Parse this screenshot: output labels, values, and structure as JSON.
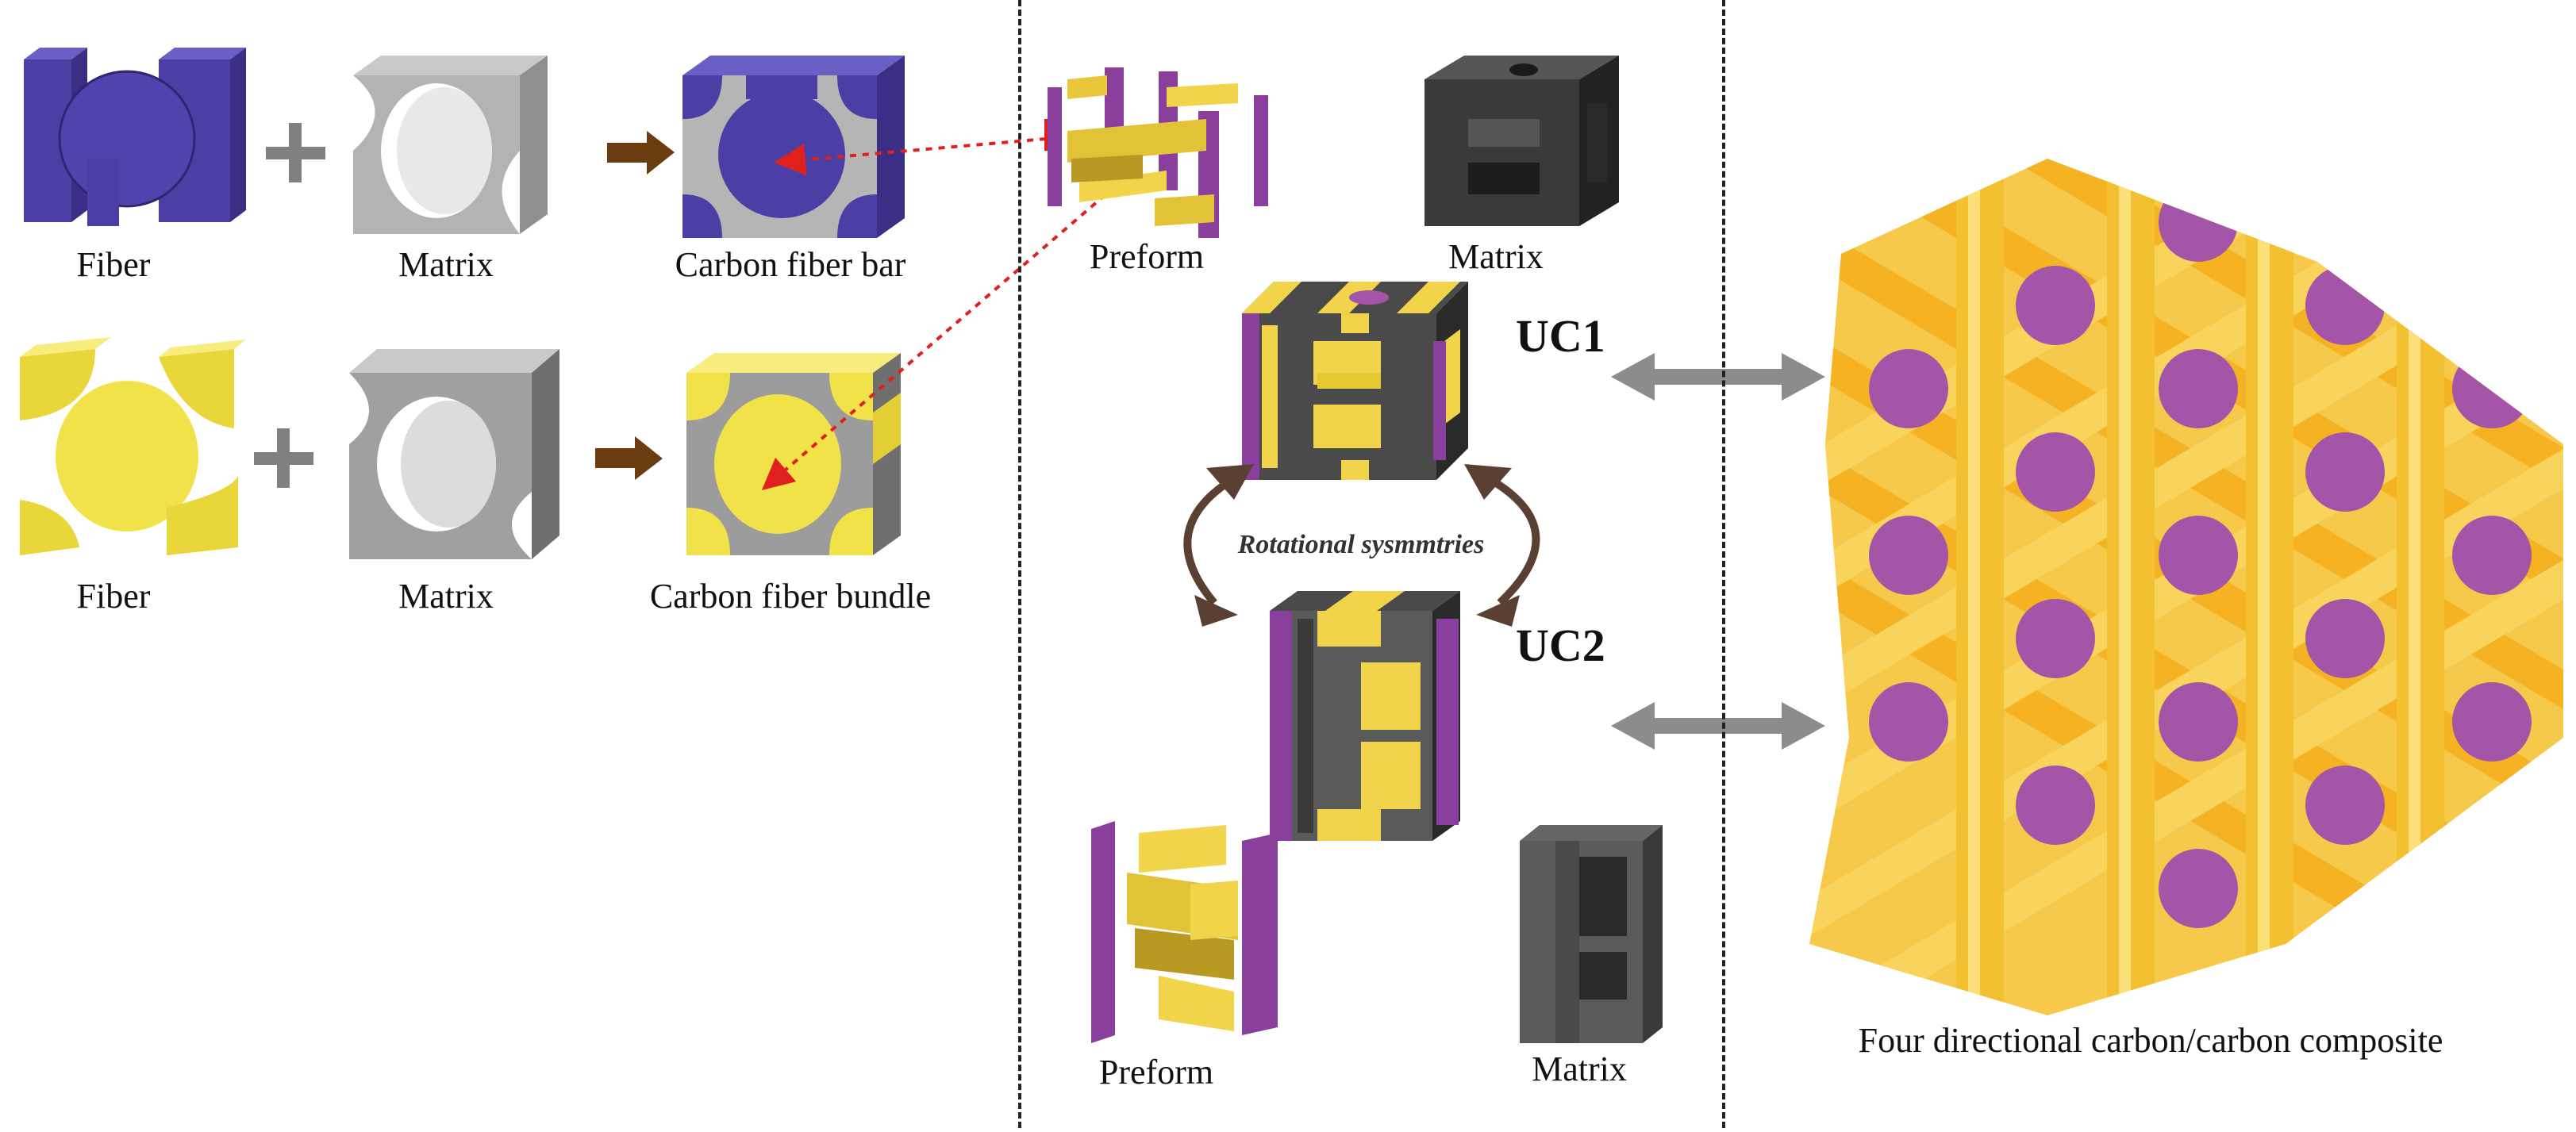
{
  "labels": {
    "fiber_top": "Fiber",
    "matrix_top": "Matrix",
    "cf_bar": "Carbon fiber bar",
    "fiber_bottom": "Fiber",
    "matrix_bottom": "Matrix",
    "cf_bundle": "Carbon fiber bundle",
    "preform_top": "Preform",
    "matrix_mid_top": "Matrix",
    "uc1": "UC1",
    "uc2": "UC2",
    "rotational": "Rotational sysmmtries",
    "preform_bottom": "Preform",
    "matrix_mid_bottom": "Matrix",
    "composite": "Four directional carbon/carbon composite"
  },
  "colors": {
    "fiber_blue": "#4b3fa6",
    "fiber_yellow": "#f2e24a",
    "matrix_gray": "#a9a9a9",
    "preform_purple": "#8a3f9d",
    "dark_matrix": "#4a4a4a",
    "rod_purple": "#a455a8",
    "bundle_orange": "#f5b323",
    "arrow_brown": "#6b3c10",
    "arrow_gray": "#8c8c8c",
    "link_red": "#e0201c"
  }
}
